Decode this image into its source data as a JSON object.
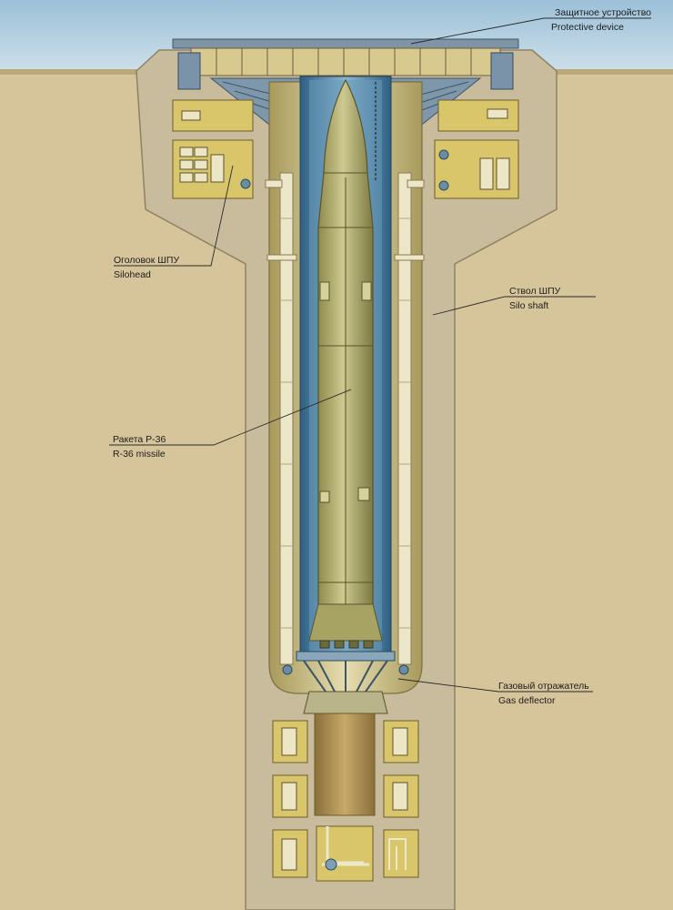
{
  "labels": {
    "protective_device_ru": "Защитное устройство",
    "protective_device_en": "Protective device",
    "silohead_ru": "Оголовок ШПУ",
    "silohead_en": "Silohead",
    "silo_shaft_ru": "Ствол ШПУ",
    "silo_shaft_en": "Silo shaft",
    "missile_ru": "Ракета Р-36",
    "missile_en": "R-36 missile",
    "gas_deflector_ru": "Газовый отражатель",
    "gas_deflector_en": "Gas deflector"
  },
  "colors": {
    "sky": "#aec9dc",
    "soil": "#d6c49b",
    "concrete": "#c8bb9b",
    "room": "#d9c56a",
    "shaft_blue": "#5b8fb0",
    "missile": "#b6b274",
    "rail": "#ece7c8",
    "leader": "#2a2a2a"
  }
}
